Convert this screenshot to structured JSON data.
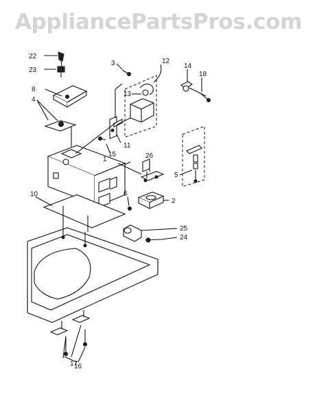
{
  "watermark": "AppliancePartsPros.com",
  "callouts": [
    "22",
    "23",
    "8",
    "4",
    "3",
    "12",
    "13",
    "14",
    "18",
    "11",
    "15",
    "1",
    "26",
    "6",
    "2",
    "5",
    "10",
    "25",
    "24",
    "17",
    "16"
  ]
}
